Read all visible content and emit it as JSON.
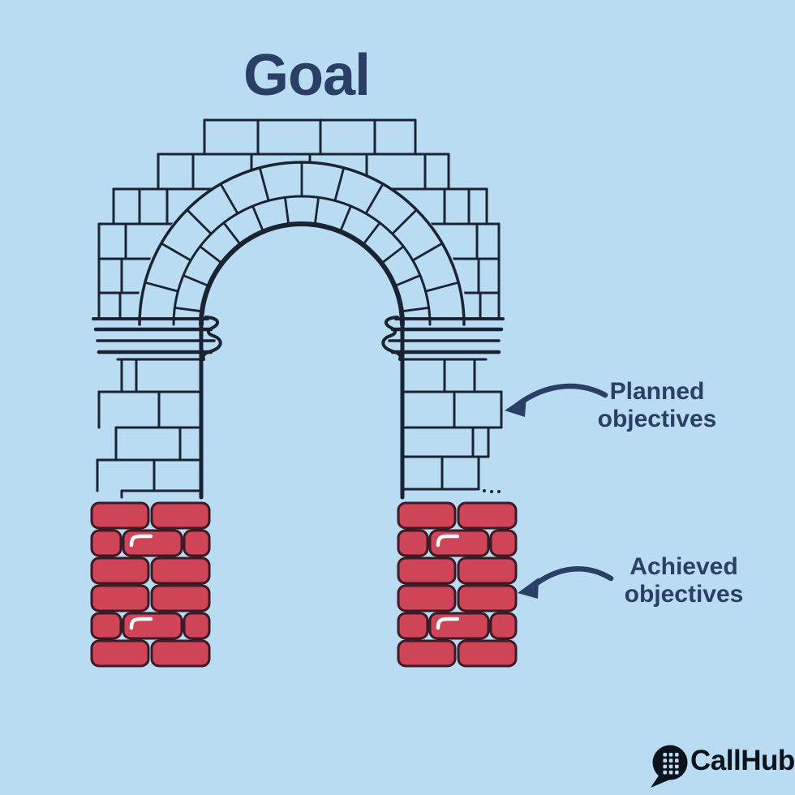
{
  "page": {
    "background_color": "#b9dcf3",
    "line_art_color": "#1a2331",
    "navy_text_color": "#2a3e66"
  },
  "title": {
    "text": "Goal"
  },
  "labels": {
    "planned": {
      "line1": "Planned",
      "line2": "objectives"
    },
    "achieved": {
      "line1": "Achieved",
      "line2": "objectives"
    }
  },
  "bricks": {
    "achieved_fill_color": "#cf4456",
    "achieved_border_color": "#3c1a26",
    "planned_style": "outlined stone masonry arch"
  },
  "arrows": {
    "planned_arrow_icon": "curved-arrow-pointing-left",
    "achieved_arrow_icon": "curved-arrow-pointing-left",
    "color": "#2a3e66"
  },
  "logo": {
    "text": "CallHub",
    "icon": "speech-bubble-dialpad-icon",
    "color": "#0d131d"
  }
}
